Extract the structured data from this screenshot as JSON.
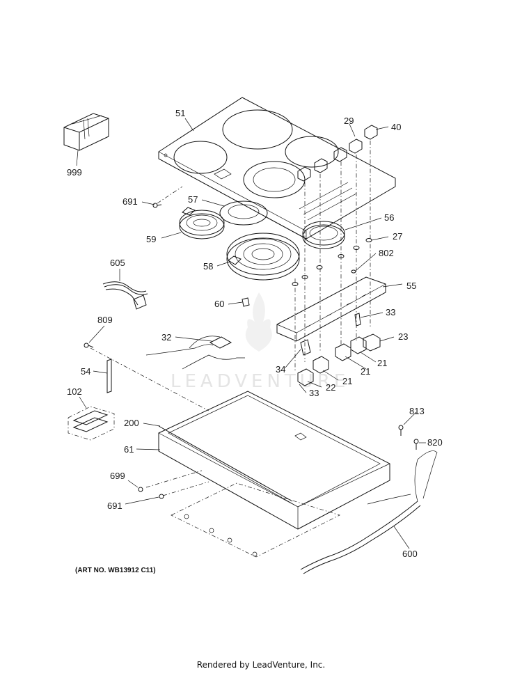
{
  "watermark": "LEADVENTURE",
  "art_number": "(ART NO. WB13912 C11)",
  "footer": "Rendered by LeadVenture, Inc.",
  "callouts": {
    "c999": "999",
    "c51": "51",
    "c29": "29",
    "c40": "40",
    "c691a": "691",
    "c57": "57",
    "c56": "56",
    "c27": "27",
    "c59": "59",
    "c58": "58",
    "c802": "802",
    "c605": "605",
    "c55": "55",
    "c60": "60",
    "c33a": "33",
    "c809": "809",
    "c32": "32",
    "c23": "23",
    "c21a": "21",
    "c34": "34",
    "c21b": "21",
    "c54": "54",
    "c21c": "21",
    "c22": "22",
    "c33b": "33",
    "c102": "102",
    "c813": "813",
    "c200": "200",
    "c820": "820",
    "c61": "61",
    "c699": "699",
    "c691b": "691",
    "c600": "600"
  }
}
